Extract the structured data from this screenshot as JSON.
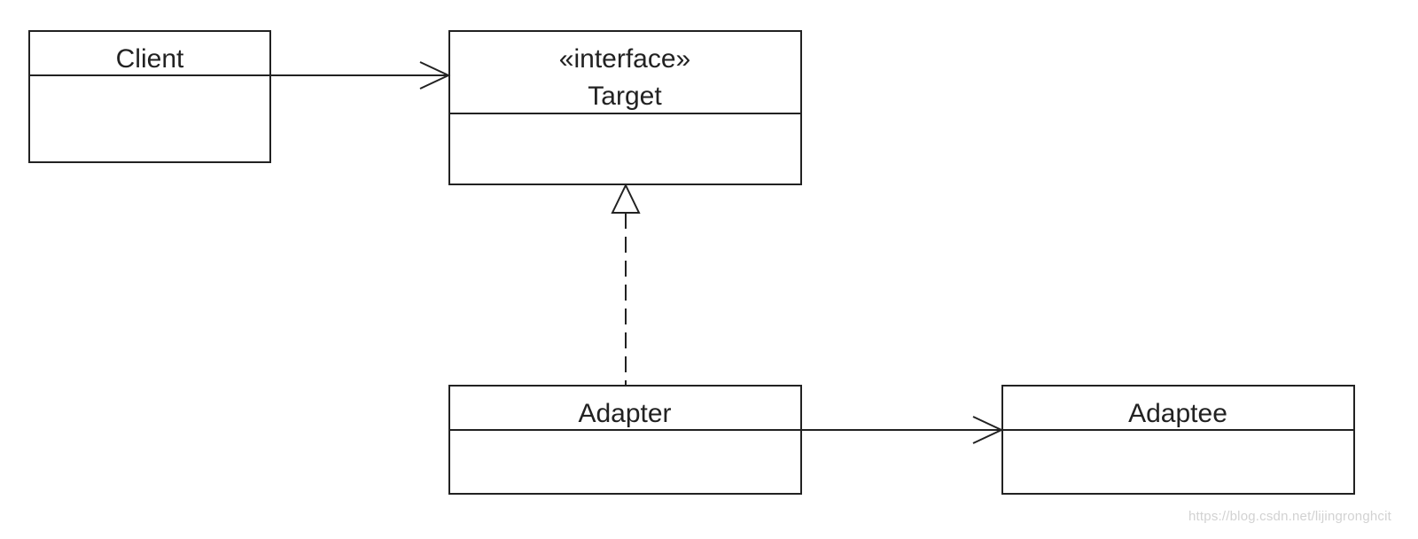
{
  "classes": {
    "client": {
      "name": "Client"
    },
    "target": {
      "stereotype": "«interface»",
      "name": "Target"
    },
    "adapter": {
      "name": "Adapter"
    },
    "adaptee": {
      "name": "Adaptee"
    }
  },
  "watermark": "https://blog.csdn.net/lijingronghcit"
}
